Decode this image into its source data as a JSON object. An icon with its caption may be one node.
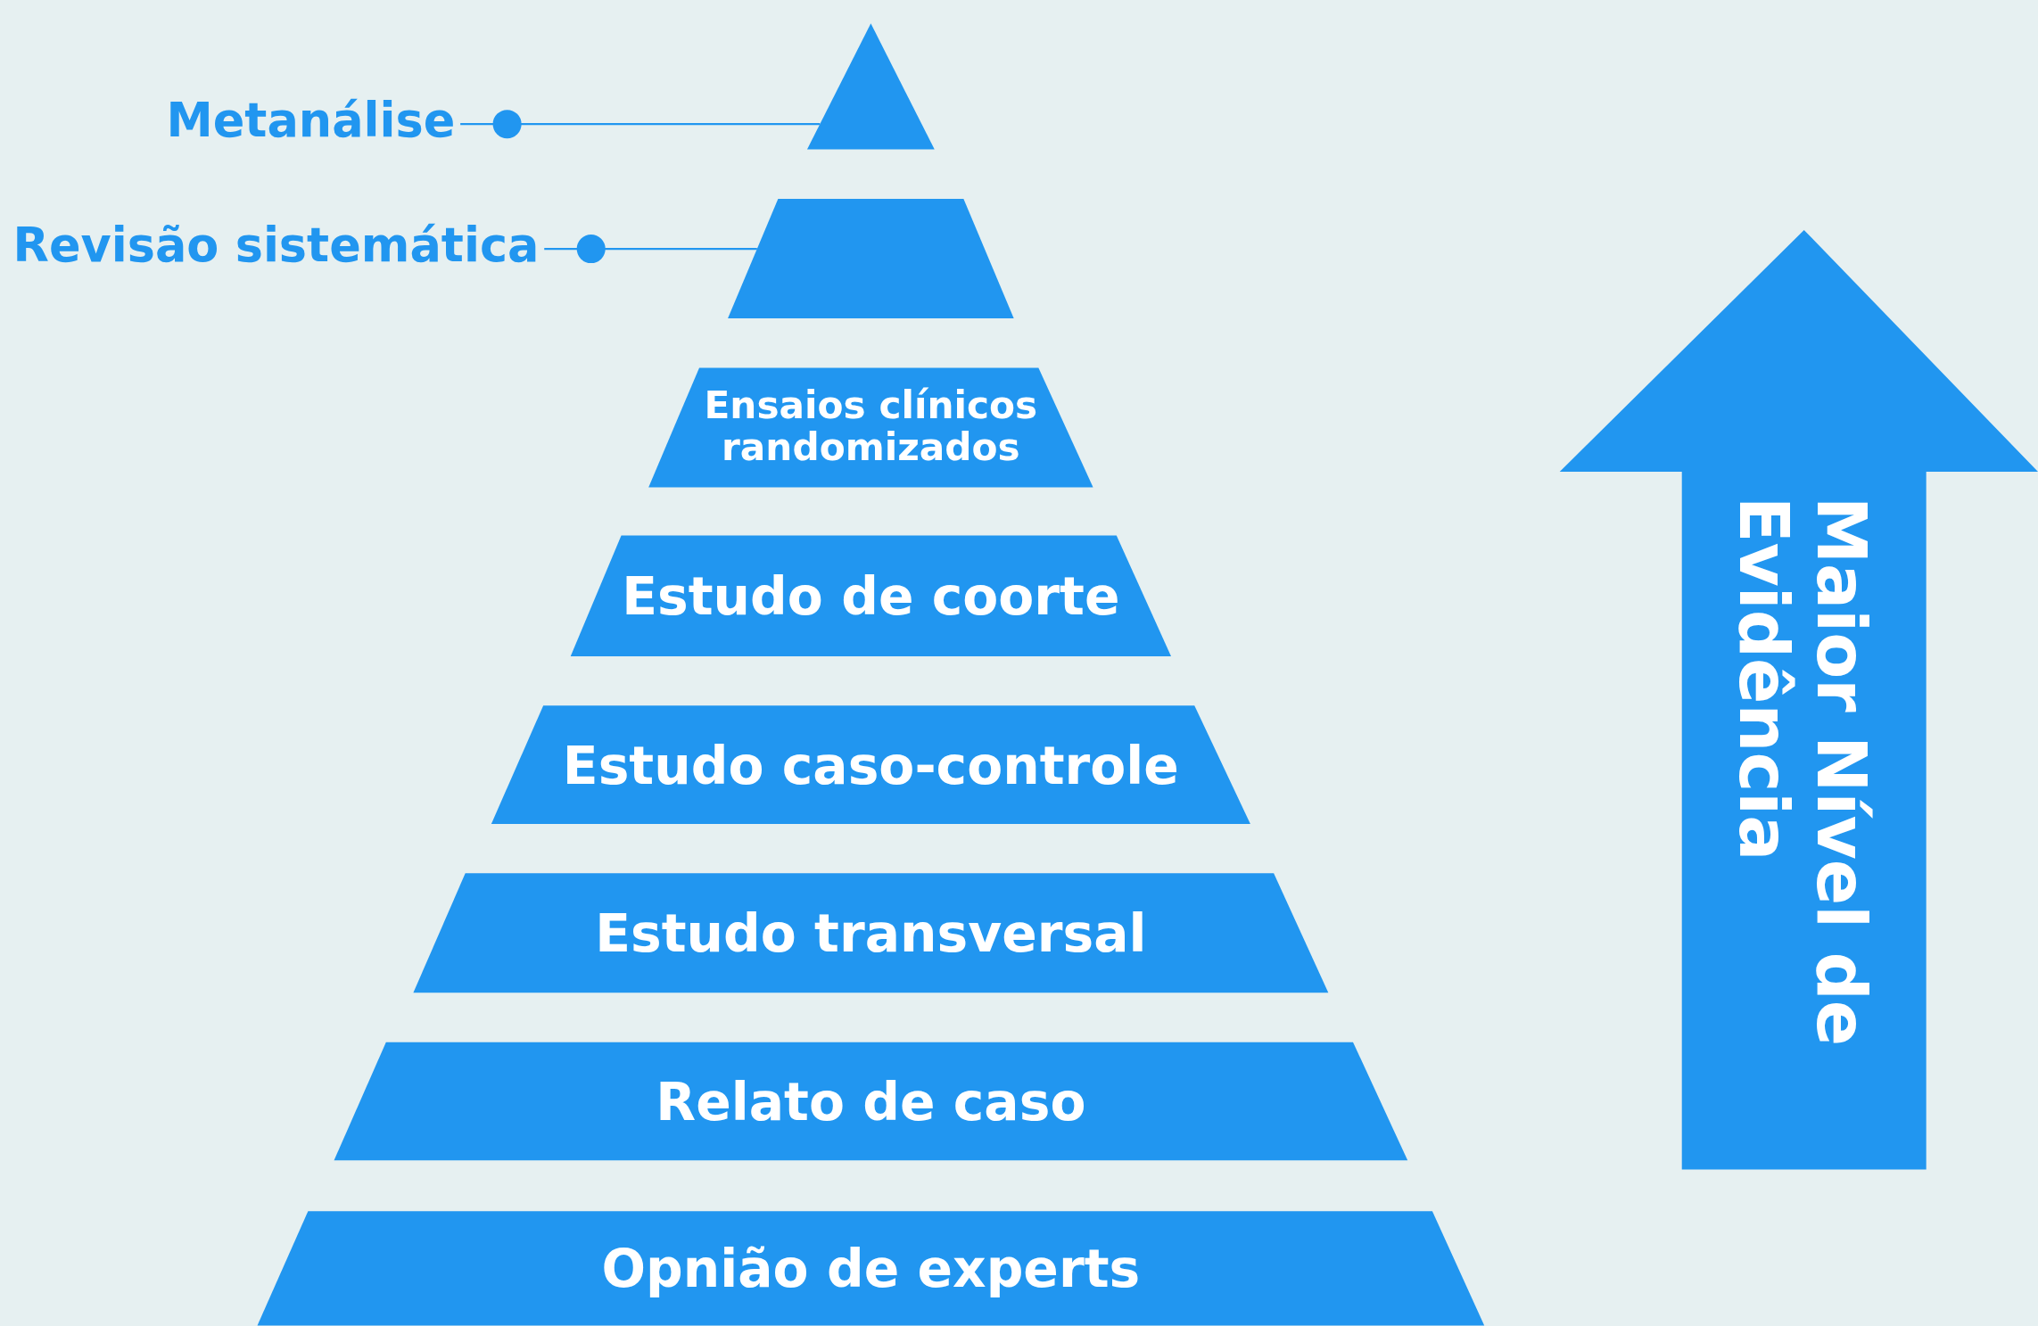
{
  "diagram": {
    "nodes": [
      {
        "text": [
          "Metanálise"
        ]
      },
      {
        "text": [],
        "shape": "triangle"
      },
      {
        "text": [
          "Revisão sistemática"
        ]
      },
      {
        "text": [],
        "shape": "trapezoid"
      },
      {
        "text": [
          "Ensaios clínicos randomizados"
        ]
      },
      {
        "text": [
          "Estudo de coorte"
        ]
      },
      {
        "text": [
          "Estudo caso-controle"
        ]
      },
      {
        "text": [
          "Estudo transversal"
        ]
      },
      {
        "text": [
          "Relato de caso"
        ]
      },
      {
        "text": [
          "Opnião de experts"
        ]
      },
      {
        "text": [
          "Maior Nível de Evidência"
        ]
      }
    ],
    "edges": [
      {
        "from": 0,
        "to": 1,
        "arrow": "other"
      },
      {
        "from": 2,
        "to": 3,
        "arrow": "other"
      }
    ]
  }
}
